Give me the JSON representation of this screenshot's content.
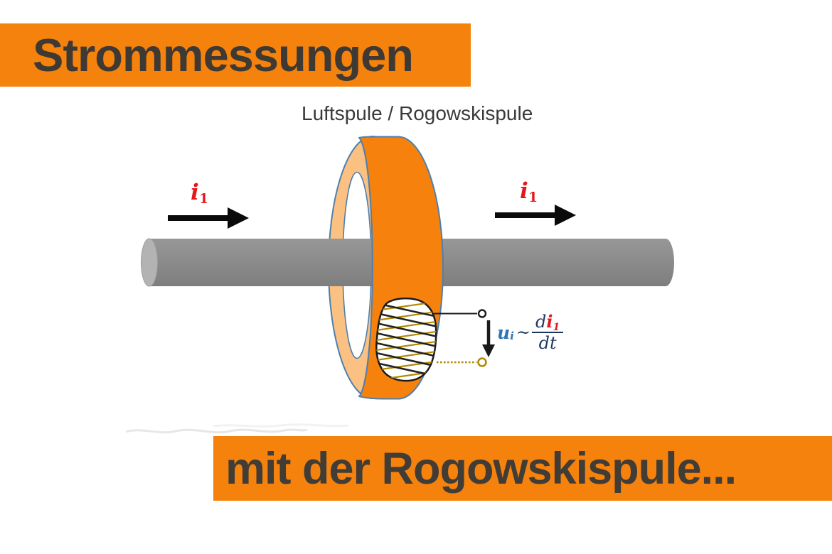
{
  "header": {
    "title": "Strommessungen"
  },
  "footer": {
    "title": "mit der Rogowskispule..."
  },
  "diagram": {
    "caption": "Luftspule / Rogowskispule",
    "current_label": {
      "base": "i",
      "sub": "1"
    },
    "formula": {
      "u": "u",
      "u_sub": "i",
      "tilde": "~",
      "numerator_d": "d",
      "numerator_i": "i",
      "numerator_sub": "1",
      "denominator": "dt"
    },
    "colors": {
      "banner_orange": "#F5820D",
      "banner_text": "#3E3933",
      "coil_front_orange": "#F6820D",
      "coil_side_light": "#FBC183",
      "coil_outline_blue": "#4D7FAE",
      "rod_gray": "#8B8B8B",
      "rod_cap_gray": "#B3B3B3",
      "current_red": "#E2191C",
      "voltage_blue": "#2E75B6",
      "formula_dark": "#17375E",
      "winding_olive": "#B08A00",
      "winding_black": "#1A1A1A"
    }
  }
}
